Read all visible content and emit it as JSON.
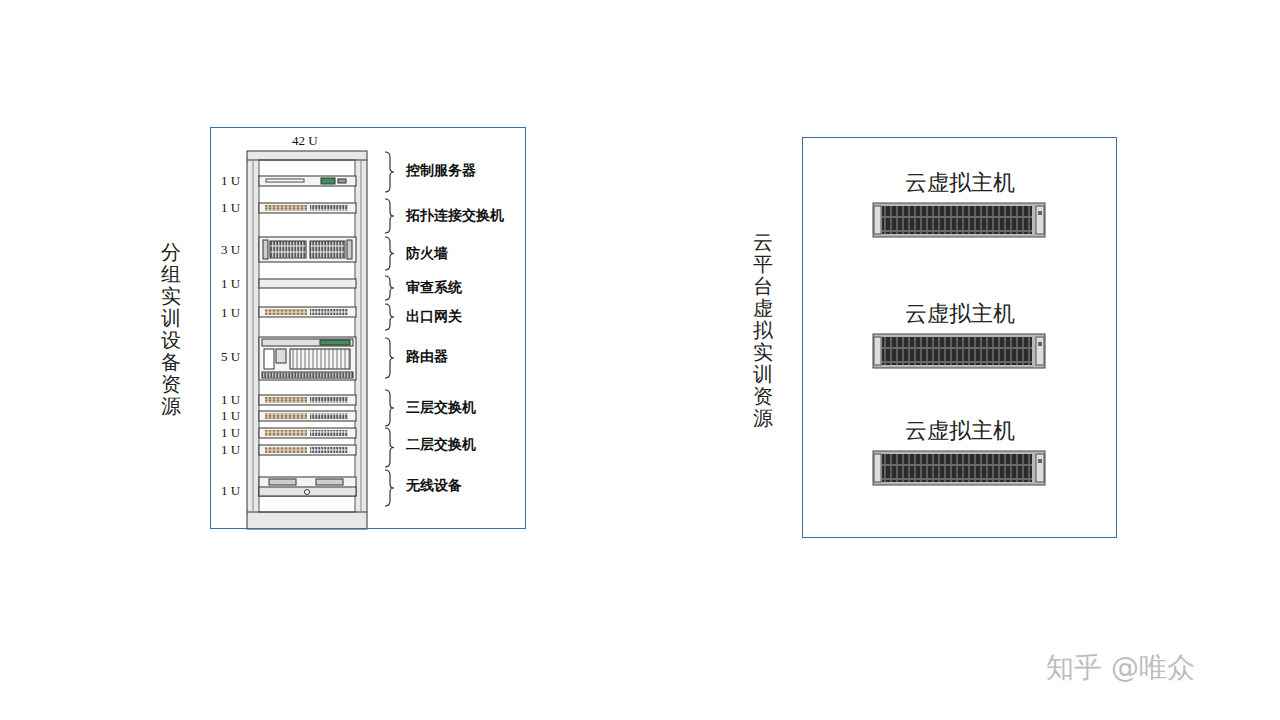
{
  "diagram": {
    "nodes": [
      {
        "text": [
          "分组实训设备资源"
        ]
      },
      {
        "text": [
          "云平台虚拟实训资源"
        ]
      },
      {
        "text": [
          "云虚拟主机"
        ],
        "in": 1
      },
      {
        "text": [
          "云虚拟主机"
        ],
        "in": 1
      },
      {
        "text": [
          "云虚拟主机"
        ],
        "in": 1
      }
    ],
    "labels": [
      "42 U",
      "1 U",
      "控制服务器",
      "1 U",
      "拓扑连接交换机",
      "3 U",
      "防火墙",
      "1 U",
      "审查系统",
      "1 U",
      "出口网关",
      "5 U",
      "路由器",
      "1 U",
      "1 U",
      "三层交换机",
      "1 U",
      "1 U",
      "二层交换机",
      "1 U",
      "无线设备",
      "知乎 @唯众"
    ]
  }
}
